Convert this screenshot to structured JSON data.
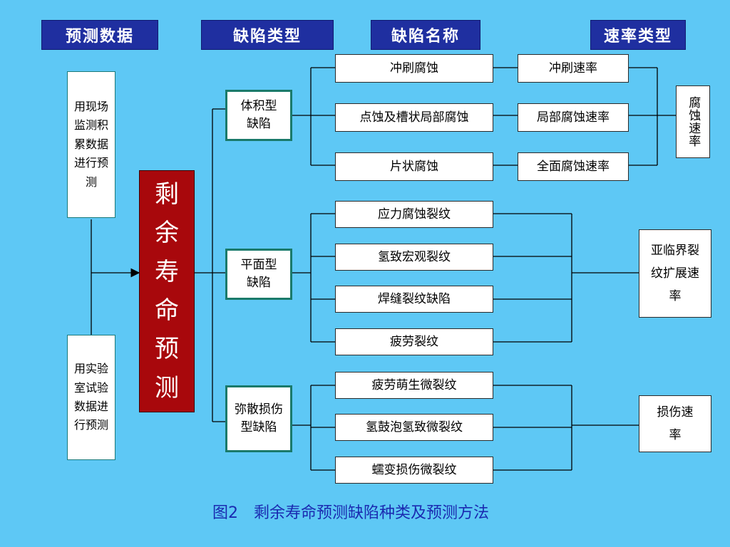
{
  "headers": {
    "prediction_data": "预测数据",
    "defect_type": "缺陷类型",
    "defect_name": "缺陷名称",
    "rate_type": "速率类型"
  },
  "sources": {
    "field": "用现场监测积累数据进行预测",
    "lab": "用实验室试验数据进行预测"
  },
  "core": "剩余寿命预测",
  "types": {
    "volume": "体积型缺陷",
    "planar": "平面型缺陷",
    "diffuse": "弥散损伤型缺陷"
  },
  "volume_defects": [
    "冲刷腐蚀",
    "点蚀及槽状局部腐蚀",
    "片状腐蚀"
  ],
  "volume_rates": [
    "冲刷速率",
    "局部腐蚀速率",
    "全面腐蚀速率"
  ],
  "corrosion_rate": "腐蚀速率",
  "planar_defects": [
    "应力腐蚀裂纹",
    "氢致宏观裂纹",
    "焊缝裂纹缺陷",
    "疲劳裂纹"
  ],
  "planar_rate": "亚临界裂纹扩展速率",
  "diffuse_defects": [
    "疲劳萌生微裂纹",
    "氢鼓泡氢致微裂纹",
    "蠕变损伤微裂纹"
  ],
  "diffuse_rate": "损伤速率",
  "caption": "图2　剩余寿命预测缺陷种类及预测方法"
}
